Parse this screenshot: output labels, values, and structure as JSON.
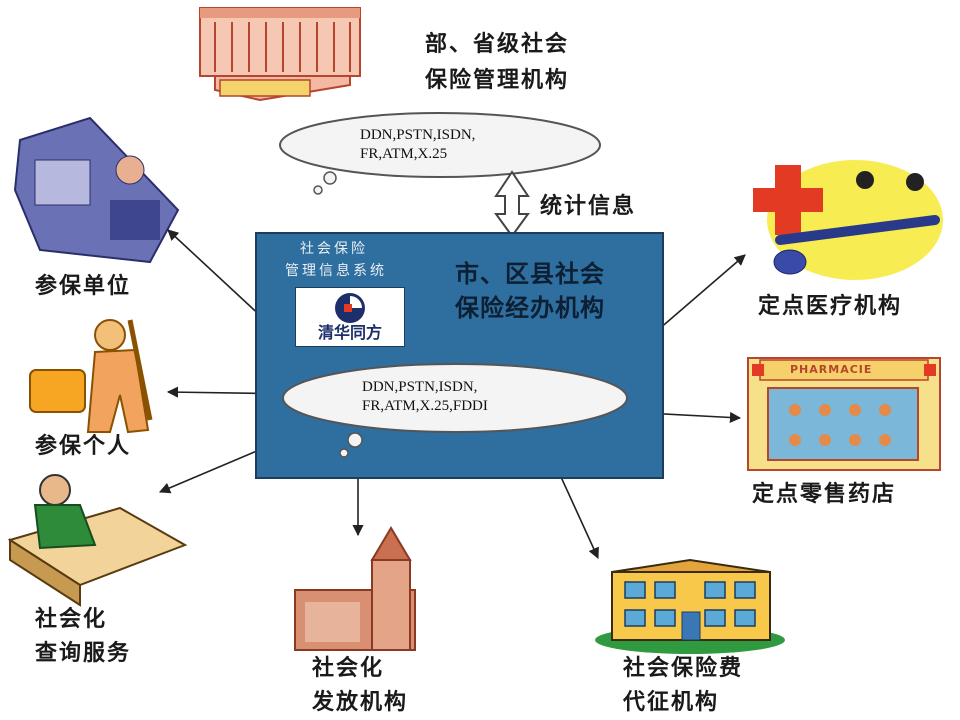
{
  "top_agency": {
    "line1": "部、省级社会",
    "line2": "保险管理机构"
  },
  "top_cloud": {
    "line1": "DDN,PSTN,ISDN,",
    "line2": "FR,ATM,X.25"
  },
  "stats_label": "统计信息",
  "center": {
    "system_line1": "社会保险",
    "system_line2": "管理信息系统",
    "title_line1": "市、区县社会",
    "title_line2": "保险经办机构",
    "logo_text": "清华同方"
  },
  "center_cloud": {
    "line1": "DDN,PSTN,ISDN,",
    "line2": "FR,ATM,X.25,FDDI"
  },
  "nodes": {
    "employer": "参保单位",
    "individual": "参保个人",
    "query_line1": "社会化",
    "query_line2": "查询服务",
    "payout_line1": "社会化",
    "payout_line2": "发放机构",
    "collection_line1": "社会保险费",
    "collection_line2": "代征机构",
    "hospital": "定点医疗机构",
    "pharmacy": "定点零售药店",
    "pharmacy_sign": "PHARMACIE"
  },
  "colors": {
    "box_fill": "#2f6f9f",
    "arrow": "#222222",
    "cloud_fill": "#f4f4f4"
  },
  "icons": [
    "government-building-icon",
    "office-workers-icon",
    "worker-with-bag-icon",
    "person-at-desk-icon",
    "tower-building-icon",
    "office-building-icon",
    "medical-cross-syringe-icon",
    "pharmacy-storefront-icon"
  ]
}
